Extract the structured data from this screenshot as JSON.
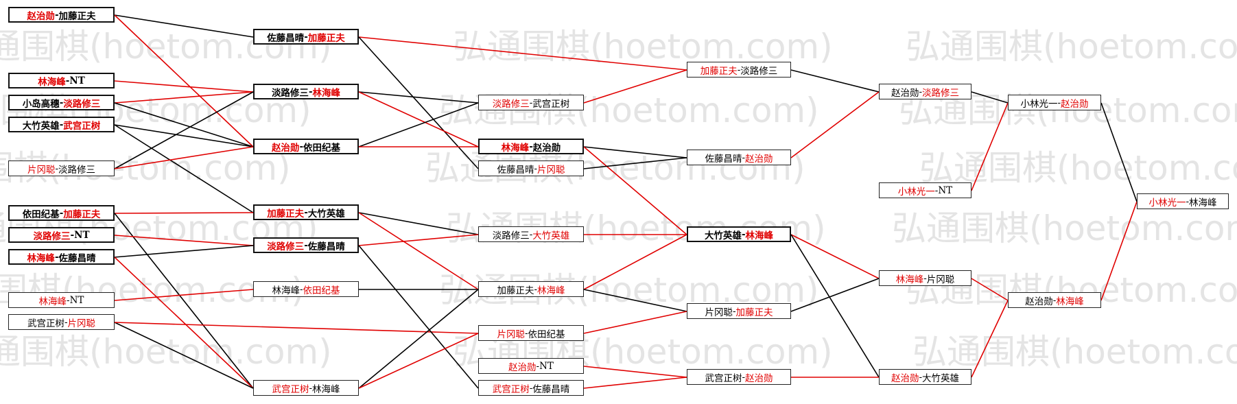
{
  "watermark": "弘通围棋(hoetom.com)",
  "colors": {
    "win_line": "#e00000",
    "loss_line": "#000000",
    "win_text": "#e00000"
  },
  "matches": [
    {
      "id": "c1m1",
      "p1": "赵治勋",
      "p2": "加藤正夫",
      "winner": 1
    },
    {
      "id": "c1m2",
      "p1": "林海峰",
      "p2": "NT",
      "winner": 1
    },
    {
      "id": "c1m3",
      "p1": "小岛高穗",
      "p2": "淡路修三",
      "winner": 2
    },
    {
      "id": "c1m4",
      "p1": "大竹英雄",
      "p2": "武宫正树",
      "winner": 2
    },
    {
      "id": "c1m5",
      "p1": "片冈聪",
      "p2": "淡路修三",
      "winner": 1
    },
    {
      "id": "c1m6",
      "p1": "依田纪基",
      "p2": "加藤正夫",
      "winner": 2
    },
    {
      "id": "c1m7",
      "p1": "淡路修三",
      "p2": "NT",
      "winner": 1
    },
    {
      "id": "c1m8",
      "p1": "林海峰",
      "p2": "佐藤昌晴",
      "winner": 1
    },
    {
      "id": "c1m9",
      "p1": "林海峰",
      "p2": "NT",
      "winner": 1
    },
    {
      "id": "c1m10",
      "p1": "武宫正树",
      "p2": "片冈聪",
      "winner": 2
    },
    {
      "id": "c2m1",
      "p1": "佐藤昌晴",
      "p2": "加藤正夫",
      "winner": 2
    },
    {
      "id": "c2m2",
      "p1": "淡路修三",
      "p2": "林海峰",
      "winner": 2
    },
    {
      "id": "c2m3",
      "p1": "赵治勋",
      "p2": "依田纪基",
      "winner": 1
    },
    {
      "id": "c2m4",
      "p1": "加藤正夫",
      "p2": "大竹英雄",
      "winner": 1
    },
    {
      "id": "c2m5",
      "p1": "淡路修三",
      "p2": "佐藤昌晴",
      "winner": 1
    },
    {
      "id": "c2m6",
      "p1": "林海峰",
      "p2": "依田纪基",
      "winner": 2
    },
    {
      "id": "c2m7",
      "p1": "武宫正树",
      "p2": "林海峰",
      "winner": 1
    },
    {
      "id": "c3m1",
      "p1": "淡路修三",
      "p2": "武宫正树",
      "winner": 1
    },
    {
      "id": "c3m2",
      "p1": "林海峰",
      "p2": "赵治勋",
      "winner": 1
    },
    {
      "id": "c3m3",
      "p1": "佐藤昌晴",
      "p2": "片冈聪",
      "winner": 2
    },
    {
      "id": "c3m4",
      "p1": "淡路修三",
      "p2": "大竹英雄",
      "winner": 2
    },
    {
      "id": "c3m5",
      "p1": "加藤正夫",
      "p2": "林海峰",
      "winner": 2
    },
    {
      "id": "c3m6",
      "p1": "片冈聪",
      "p2": "依田纪基",
      "winner": 1
    },
    {
      "id": "c3m7",
      "p1": "赵治勋",
      "p2": "NT",
      "winner": 1
    },
    {
      "id": "c3m8",
      "p1": "武宫正树",
      "p2": "佐藤昌晴",
      "winner": 1
    },
    {
      "id": "c4m1",
      "p1": "加藤正夫",
      "p2": "淡路修三",
      "winner": 1
    },
    {
      "id": "c4m2",
      "p1": "佐藤昌晴",
      "p2": "赵治勋",
      "winner": 2
    },
    {
      "id": "c4m3",
      "p1": "大竹英雄",
      "p2": "林海峰",
      "winner": 2
    },
    {
      "id": "c4m4",
      "p1": "片冈聪",
      "p2": "加藤正夫",
      "winner": 2
    },
    {
      "id": "c4m5",
      "p1": "武宫正树",
      "p2": "赵治勋",
      "winner": 2
    },
    {
      "id": "c5m1",
      "p1": "赵治勋",
      "p2": "淡路修三",
      "winner": 2
    },
    {
      "id": "c5m2",
      "p1": "小林光一",
      "p2": "NT",
      "winner": 1
    },
    {
      "id": "c5m3",
      "p1": "林海峰",
      "p2": "片冈聪",
      "winner": 1
    },
    {
      "id": "c5m4",
      "p1": "赵治勋",
      "p2": "大竹英雄",
      "winner": 1
    },
    {
      "id": "c6m1",
      "p1": "小林光一",
      "p2": "赵治勋",
      "winner": 2
    },
    {
      "id": "c6m2",
      "p1": "赵治勋",
      "p2": "林海峰",
      "winner": 2
    },
    {
      "id": "c7m1",
      "p1": "小林光一",
      "p2": "林海峰",
      "winner": 1
    }
  ],
  "links": [
    {
      "from": "c1m1",
      "to": "c2m1",
      "result": "loss"
    },
    {
      "from": "c1m1",
      "to": "c2m3",
      "result": "win"
    },
    {
      "from": "c1m2",
      "to": "c2m2",
      "result": "win"
    },
    {
      "from": "c1m3",
      "to": "c2m2",
      "result": "win"
    },
    {
      "from": "c1m3",
      "to": "c2m3",
      "result": "loss"
    },
    {
      "from": "c1m4",
      "to": "c2m3",
      "result": "loss"
    },
    {
      "from": "c1m4",
      "to": "c2m4",
      "result": "loss"
    },
    {
      "from": "c1m5",
      "to": "c2m2",
      "result": "loss"
    },
    {
      "from": "c1m5",
      "to": "c2m3",
      "result": "win"
    },
    {
      "from": "c1m6",
      "to": "c2m4",
      "result": "win"
    },
    {
      "from": "c1m6",
      "to": "c2m7",
      "result": "loss"
    },
    {
      "from": "c1m7",
      "to": "c2m5",
      "result": "win"
    },
    {
      "from": "c1m8",
      "to": "c2m5",
      "result": "loss"
    },
    {
      "from": "c1m8",
      "to": "c2m7",
      "result": "win"
    },
    {
      "from": "c1m9",
      "to": "c2m6",
      "result": "win"
    },
    {
      "from": "c1m10",
      "to": "c2m7",
      "result": "loss"
    },
    {
      "from": "c1m10",
      "to": "c3m6",
      "result": "win"
    },
    {
      "from": "c2m1",
      "to": "c4m1",
      "result": "win"
    },
    {
      "from": "c2m1",
      "to": "c3m3",
      "result": "loss"
    },
    {
      "from": "c2m2",
      "to": "c3m1",
      "result": "loss"
    },
    {
      "from": "c2m2",
      "to": "c3m2",
      "result": "win"
    },
    {
      "from": "c2m3",
      "to": "c3m1",
      "result": "loss"
    },
    {
      "from": "c2m3",
      "to": "c3m2",
      "result": "win"
    },
    {
      "from": "c2m4",
      "to": "c3m4",
      "result": "loss"
    },
    {
      "from": "c2m4",
      "to": "c3m5",
      "result": "win"
    },
    {
      "from": "c2m5",
      "to": "c3m4",
      "result": "win"
    },
    {
      "from": "c2m5",
      "to": "c3m8",
      "result": "loss"
    },
    {
      "from": "c2m6",
      "to": "c3m5",
      "result": "loss"
    },
    {
      "from": "c2m7",
      "to": "c3m5",
      "result": "loss"
    },
    {
      "from": "c2m7",
      "to": "c3m6",
      "result": "win"
    },
    {
      "from": "c3m1",
      "to": "c4m1",
      "result": "win"
    },
    {
      "from": "c3m2",
      "to": "c4m2",
      "result": "loss"
    },
    {
      "from": "c3m2",
      "to": "c4m3",
      "result": "win"
    },
    {
      "from": "c3m3",
      "to": "c4m2",
      "result": "loss"
    },
    {
      "from": "c3m4",
      "to": "c4m3",
      "result": "win"
    },
    {
      "from": "c3m5",
      "to": "c4m3",
      "result": "win"
    },
    {
      "from": "c3m5",
      "to": "c4m4",
      "result": "loss"
    },
    {
      "from": "c3m6",
      "to": "c4m4",
      "result": "win"
    },
    {
      "from": "c3m7",
      "to": "c4m5",
      "result": "win"
    },
    {
      "from": "c3m8",
      "to": "c4m5",
      "result": "win"
    },
    {
      "from": "c4m1",
      "to": "c5m1",
      "result": "loss"
    },
    {
      "from": "c4m2",
      "to": "c5m1",
      "result": "win"
    },
    {
      "from": "c4m3",
      "to": "c5m3",
      "result": "win"
    },
    {
      "from": "c4m3",
      "to": "c5m4",
      "result": "loss"
    },
    {
      "from": "c4m4",
      "to": "c5m3",
      "result": "loss"
    },
    {
      "from": "c4m5",
      "to": "c5m4",
      "result": "win"
    },
    {
      "from": "c5m1",
      "to": "c6m1",
      "result": "loss"
    },
    {
      "from": "c5m2",
      "to": "c6m1",
      "result": "win"
    },
    {
      "from": "c5m3",
      "to": "c6m2",
      "result": "win"
    },
    {
      "from": "c5m4",
      "to": "c6m2",
      "result": "win"
    },
    {
      "from": "c6m1",
      "to": "c7m1",
      "result": "loss"
    },
    {
      "from": "c6m2",
      "to": "c7m1",
      "result": "win"
    }
  ]
}
